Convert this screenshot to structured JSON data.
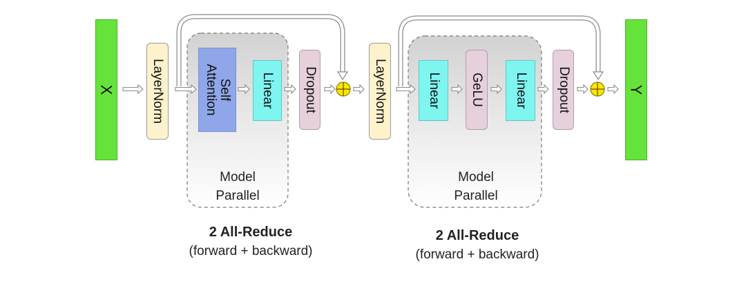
{
  "input_label": "X",
  "output_label": "Y",
  "block1": {
    "layernorm": "LayerNorm",
    "self_attention": "Self Attention",
    "linear": "Linear",
    "dropout": "Dropout",
    "model_parallel": "Model Parallel",
    "all_reduce_title": "2 All-Reduce",
    "all_reduce_sub": "(forward + backward)"
  },
  "block2": {
    "layernorm": "LayerNorm",
    "linear_1": "Linear",
    "gelu": "GeLU",
    "linear_2": "Linear",
    "dropout": "Dropout",
    "model_parallel": "Model Parallel",
    "all_reduce_title": "2 All-Reduce",
    "all_reduce_sub": "(forward + backward)"
  },
  "colors": {
    "io": "#66e33a",
    "layernorm": "#fdf2cc",
    "self_attention": "#8fa7e8",
    "linear": "#7ff5f0",
    "gelu_dropout": "#e5d0dc",
    "add_node": "#ffe600"
  }
}
